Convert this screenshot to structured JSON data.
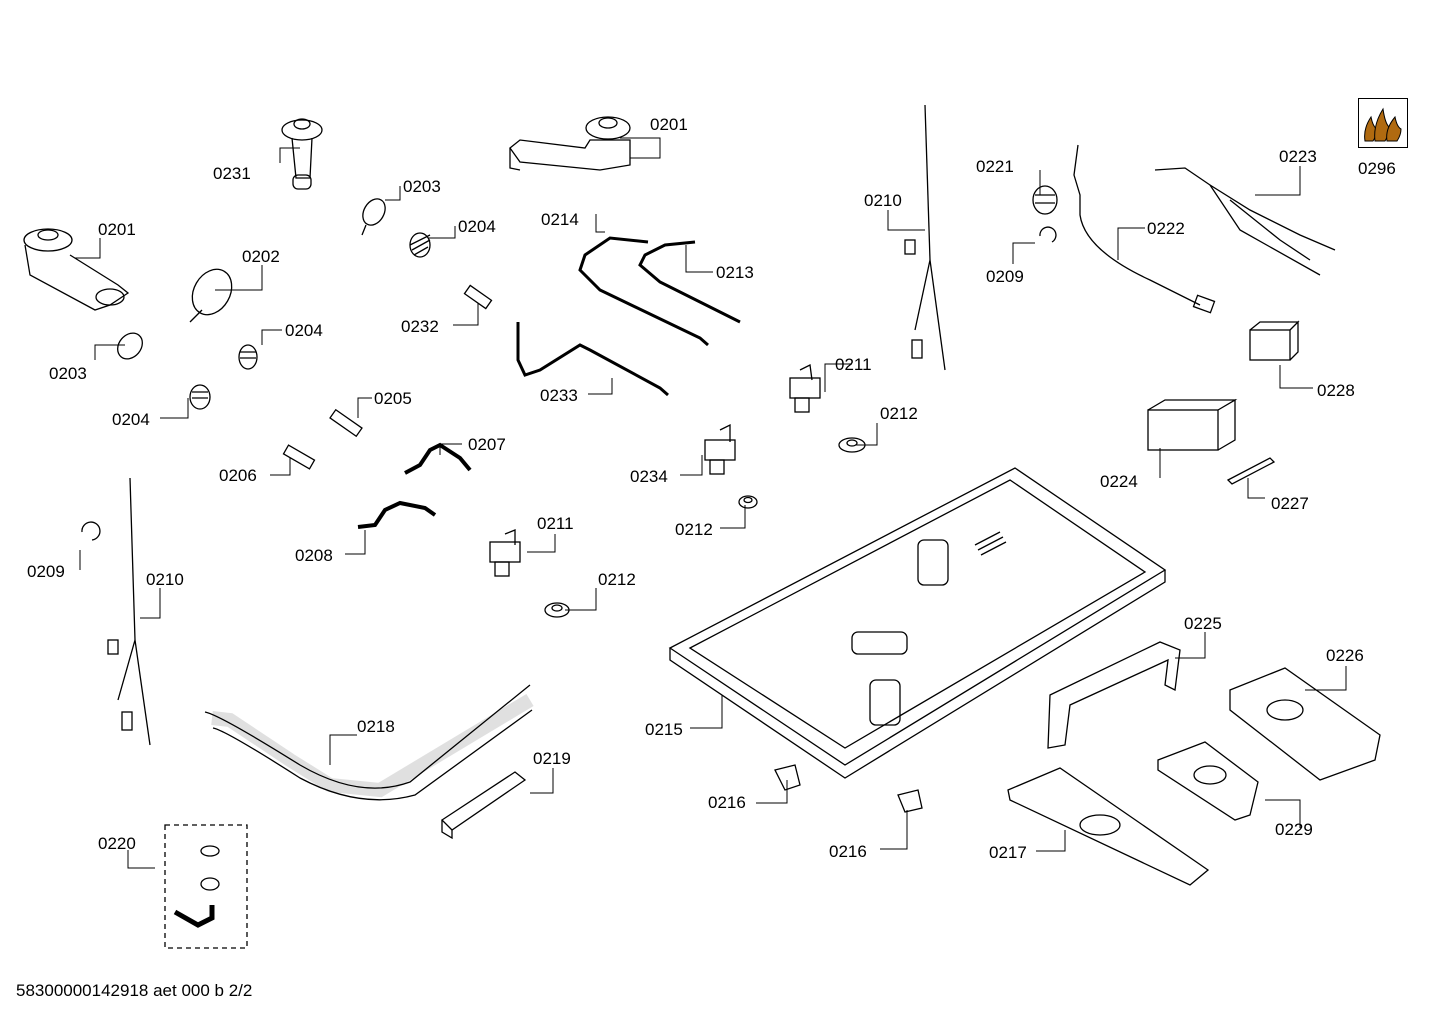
{
  "parts": [
    {
      "id": "0231",
      "label": "0231"
    },
    {
      "id": "0201a",
      "label": "0201"
    },
    {
      "id": "0201b",
      "label": "0201"
    },
    {
      "id": "0203a",
      "label": "0203"
    },
    {
      "id": "0204a",
      "label": "0204"
    },
    {
      "id": "0202",
      "label": "0202"
    },
    {
      "id": "0204b",
      "label": "0204"
    },
    {
      "id": "0203b",
      "label": "0203"
    },
    {
      "id": "0204c",
      "label": "0204"
    },
    {
      "id": "0232",
      "label": "0232"
    },
    {
      "id": "0205",
      "label": "0205"
    },
    {
      "id": "0206",
      "label": "0206"
    },
    {
      "id": "0207",
      "label": "0207"
    },
    {
      "id": "0208",
      "label": "0208"
    },
    {
      "id": "0214",
      "label": "0214"
    },
    {
      "id": "0213",
      "label": "0213"
    },
    {
      "id": "0233",
      "label": "0233"
    },
    {
      "id": "0211a",
      "label": "0211"
    },
    {
      "id": "0211b",
      "label": "0211"
    },
    {
      "id": "0212a",
      "label": "0212"
    },
    {
      "id": "0212b",
      "label": "0212"
    },
    {
      "id": "0212c",
      "label": "0212"
    },
    {
      "id": "0234",
      "label": "0234"
    },
    {
      "id": "0210a",
      "label": "0210"
    },
    {
      "id": "0210b",
      "label": "0210"
    },
    {
      "id": "0209a",
      "label": "0209"
    },
    {
      "id": "0209b",
      "label": "0209"
    },
    {
      "id": "0221",
      "label": "0221"
    },
    {
      "id": "0222",
      "label": "0222"
    },
    {
      "id": "0223",
      "label": "0223"
    },
    {
      "id": "0296",
      "label": "0296"
    },
    {
      "id": "0228",
      "label": "0228"
    },
    {
      "id": "0224",
      "label": "0224"
    },
    {
      "id": "0227",
      "label": "0227"
    },
    {
      "id": "0215",
      "label": "0215"
    },
    {
      "id": "0216a",
      "label": "0216"
    },
    {
      "id": "0216b",
      "label": "0216"
    },
    {
      "id": "0217",
      "label": "0217"
    },
    {
      "id": "0225",
      "label": "0225"
    },
    {
      "id": "0226",
      "label": "0226"
    },
    {
      "id": "0229",
      "label": "0229"
    },
    {
      "id": "0218",
      "label": "0218"
    },
    {
      "id": "0219",
      "label": "0219"
    },
    {
      "id": "0220",
      "label": "0220"
    }
  ],
  "footer": "58300000142918 aet 000 b 2/2",
  "colors": {
    "line": "#000000",
    "flame": "#b06a10"
  }
}
